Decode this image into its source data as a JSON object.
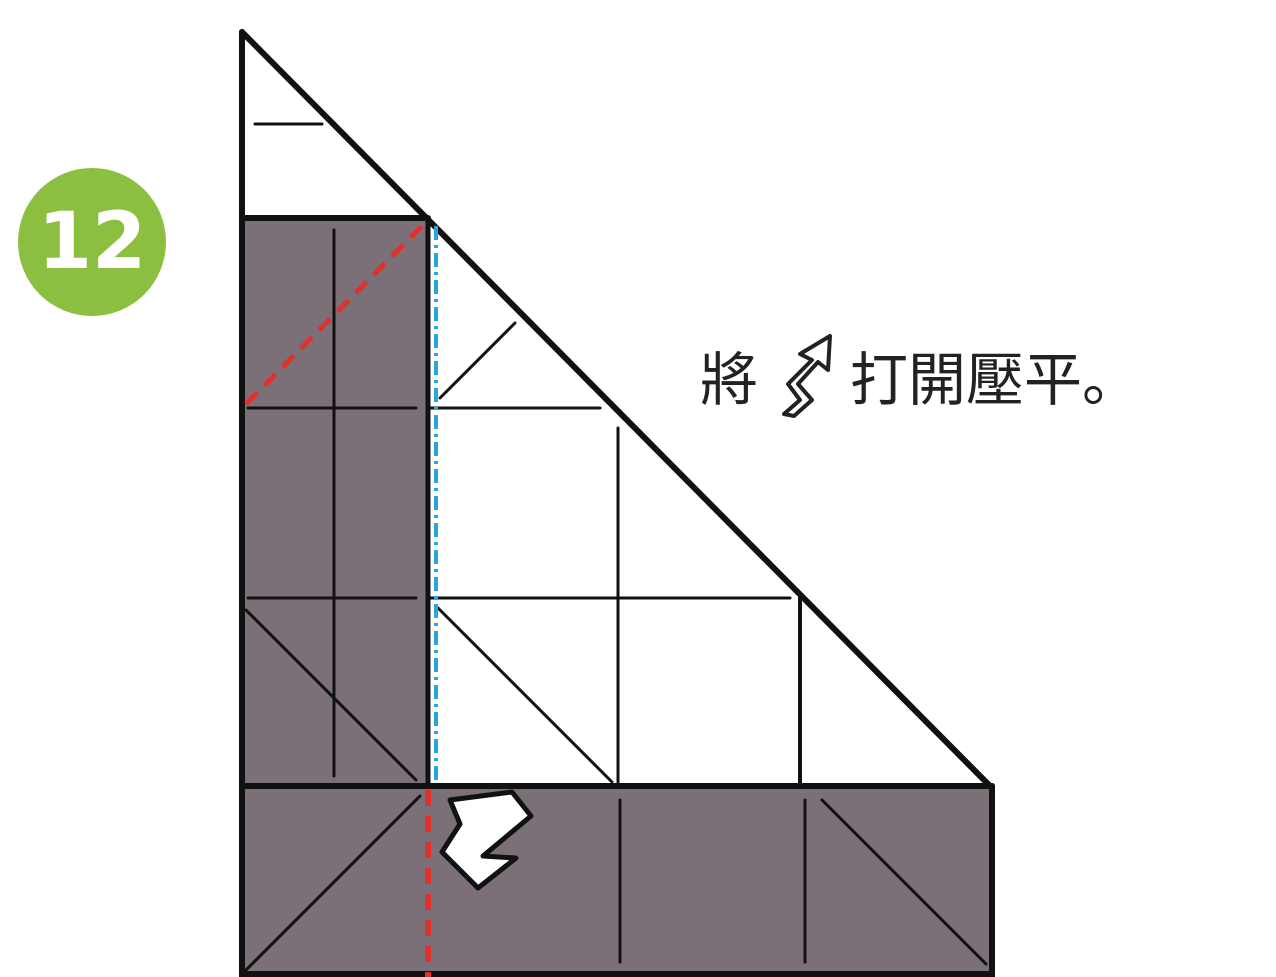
{
  "step": {
    "number": "12"
  },
  "instruction": {
    "before_icon": "將",
    "icon": "open-arrow-icon",
    "after_icon": "打開壓平。"
  },
  "colors": {
    "badge": "#8cbf3f",
    "shaded_paper": "#7b7077",
    "line": "#111111",
    "mountain_fold": "#e0312b",
    "valley_fold": "#2aa4df",
    "paper": "#ffffff"
  }
}
